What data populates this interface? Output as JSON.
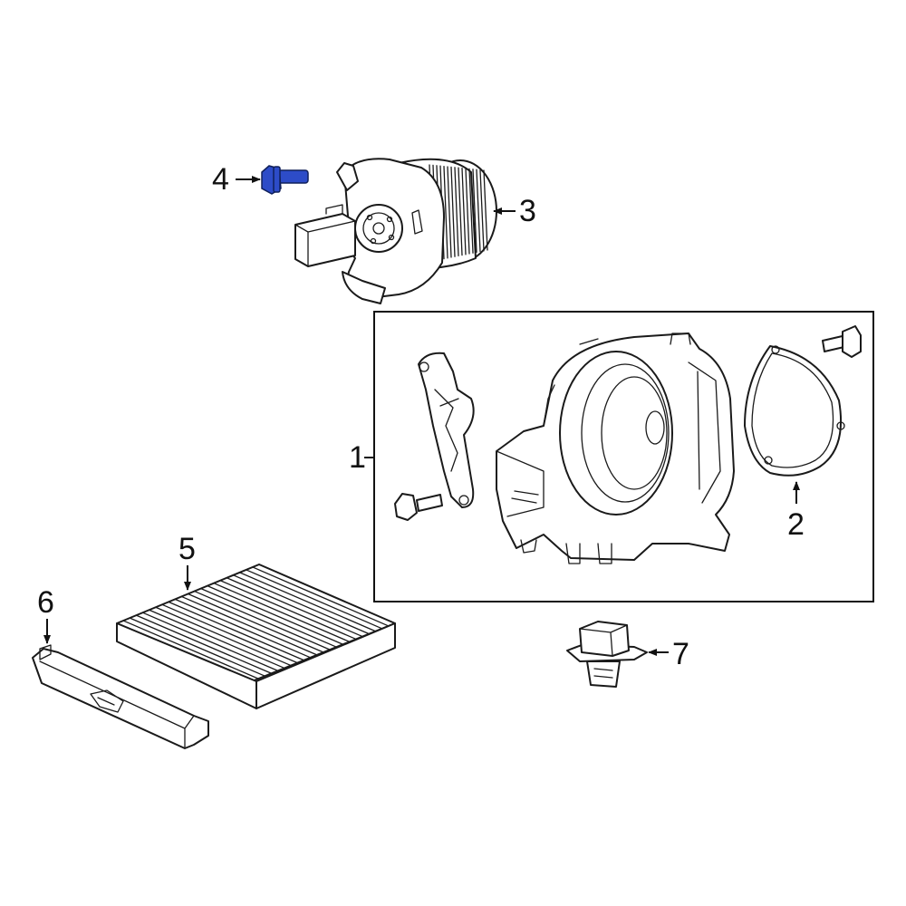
{
  "callouts": {
    "c1": "1",
    "c2": "2",
    "c3": "3",
    "c4": "4",
    "c5": "5",
    "c6": "6",
    "c7": "7"
  },
  "colors": {
    "highlight": "#2d4cc8",
    "line": "#1a1a1a",
    "background": "#ffffff"
  },
  "parts": [
    {
      "id": "1",
      "icon": "blower-housing-assembly",
      "boxed": true
    },
    {
      "id": "2",
      "icon": "gasket-seal"
    },
    {
      "id": "3",
      "icon": "blower-motor-fan"
    },
    {
      "id": "4",
      "icon": "flange-bolt",
      "highlighted": true
    },
    {
      "id": "5",
      "icon": "cabin-air-filter"
    },
    {
      "id": "6",
      "icon": "filter-cover"
    },
    {
      "id": "7",
      "icon": "blower-resistor"
    }
  ]
}
